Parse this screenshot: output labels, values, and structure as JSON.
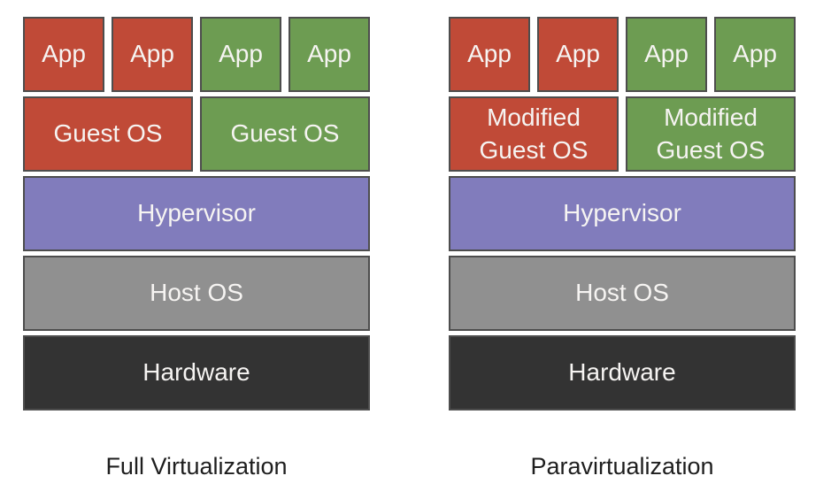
{
  "page": {
    "background": "#FFFFFF"
  },
  "colors": {
    "red": "#C04A37",
    "green": "#6D9C52",
    "purple": "#817CBC",
    "gray": "#909090",
    "dark": "#333333",
    "box_border": "#4D4D4D",
    "box_text": "#F6F4F2",
    "caption_text": "#1E1E1E"
  },
  "diagrams": [
    {
      "caption": "Full Virtualization",
      "apps": [
        {
          "label": "App",
          "color": "#C04A37"
        },
        {
          "label": "App",
          "color": "#C04A37"
        },
        {
          "label": "App",
          "color": "#6D9C52"
        },
        {
          "label": "App",
          "color": "#6D9C52"
        }
      ],
      "guests": [
        {
          "label": "Guest OS",
          "color": "#C04A37"
        },
        {
          "label": "Guest OS",
          "color": "#6D9C52"
        }
      ],
      "layers": [
        {
          "label": "Hypervisor",
          "color": "#817CBC"
        },
        {
          "label": "Host OS",
          "color": "#909090"
        },
        {
          "label": "Hardware",
          "color": "#333333"
        }
      ]
    },
    {
      "caption": "Paravirtualization",
      "apps": [
        {
          "label": "App",
          "color": "#C04A37"
        },
        {
          "label": "App",
          "color": "#C04A37"
        },
        {
          "label": "App",
          "color": "#6D9C52"
        },
        {
          "label": "App",
          "color": "#6D9C52"
        }
      ],
      "guests": [
        {
          "label": "Modified Guest OS",
          "color": "#C04A37"
        },
        {
          "label": "Modified Guest OS",
          "color": "#6D9C52"
        }
      ],
      "layers": [
        {
          "label": "Hypervisor",
          "color": "#817CBC"
        },
        {
          "label": "Host OS",
          "color": "#909090"
        },
        {
          "label": "Hardware",
          "color": "#333333"
        }
      ]
    }
  ]
}
